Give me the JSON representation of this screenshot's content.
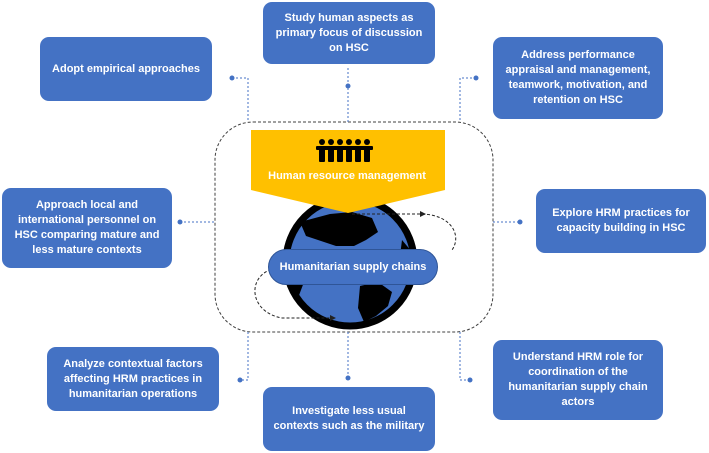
{
  "center": {
    "hrm_label": "Human resource management",
    "hsc_label": "Humanitarian supply chains",
    "icon": "people-group-icon"
  },
  "boxes": {
    "top": "Study human aspects as primary focus of discussion on HSC",
    "top_left": "Adopt empirical approaches",
    "top_right": "Address performance appraisal and management, teamwork, motivation, and retention on HSC",
    "middle_left": "Approach local and international personnel on HSC comparing mature and less mature contexts",
    "middle_right": "Explore HRM practices for capacity building in HSC",
    "bottom_left": "Analyze contextual factors affecting HRM practices in humanitarian operations",
    "bottom": "Investigate less usual contexts such as the military",
    "bottom_right": "Understand HRM role for coordination of the humanitarian supply chain actors"
  },
  "colors": {
    "box": "#4472C4",
    "banner": "#FFC000",
    "globe_ocean": "#4472C4",
    "globe_land": "#000000",
    "connector": "#4472C4"
  }
}
